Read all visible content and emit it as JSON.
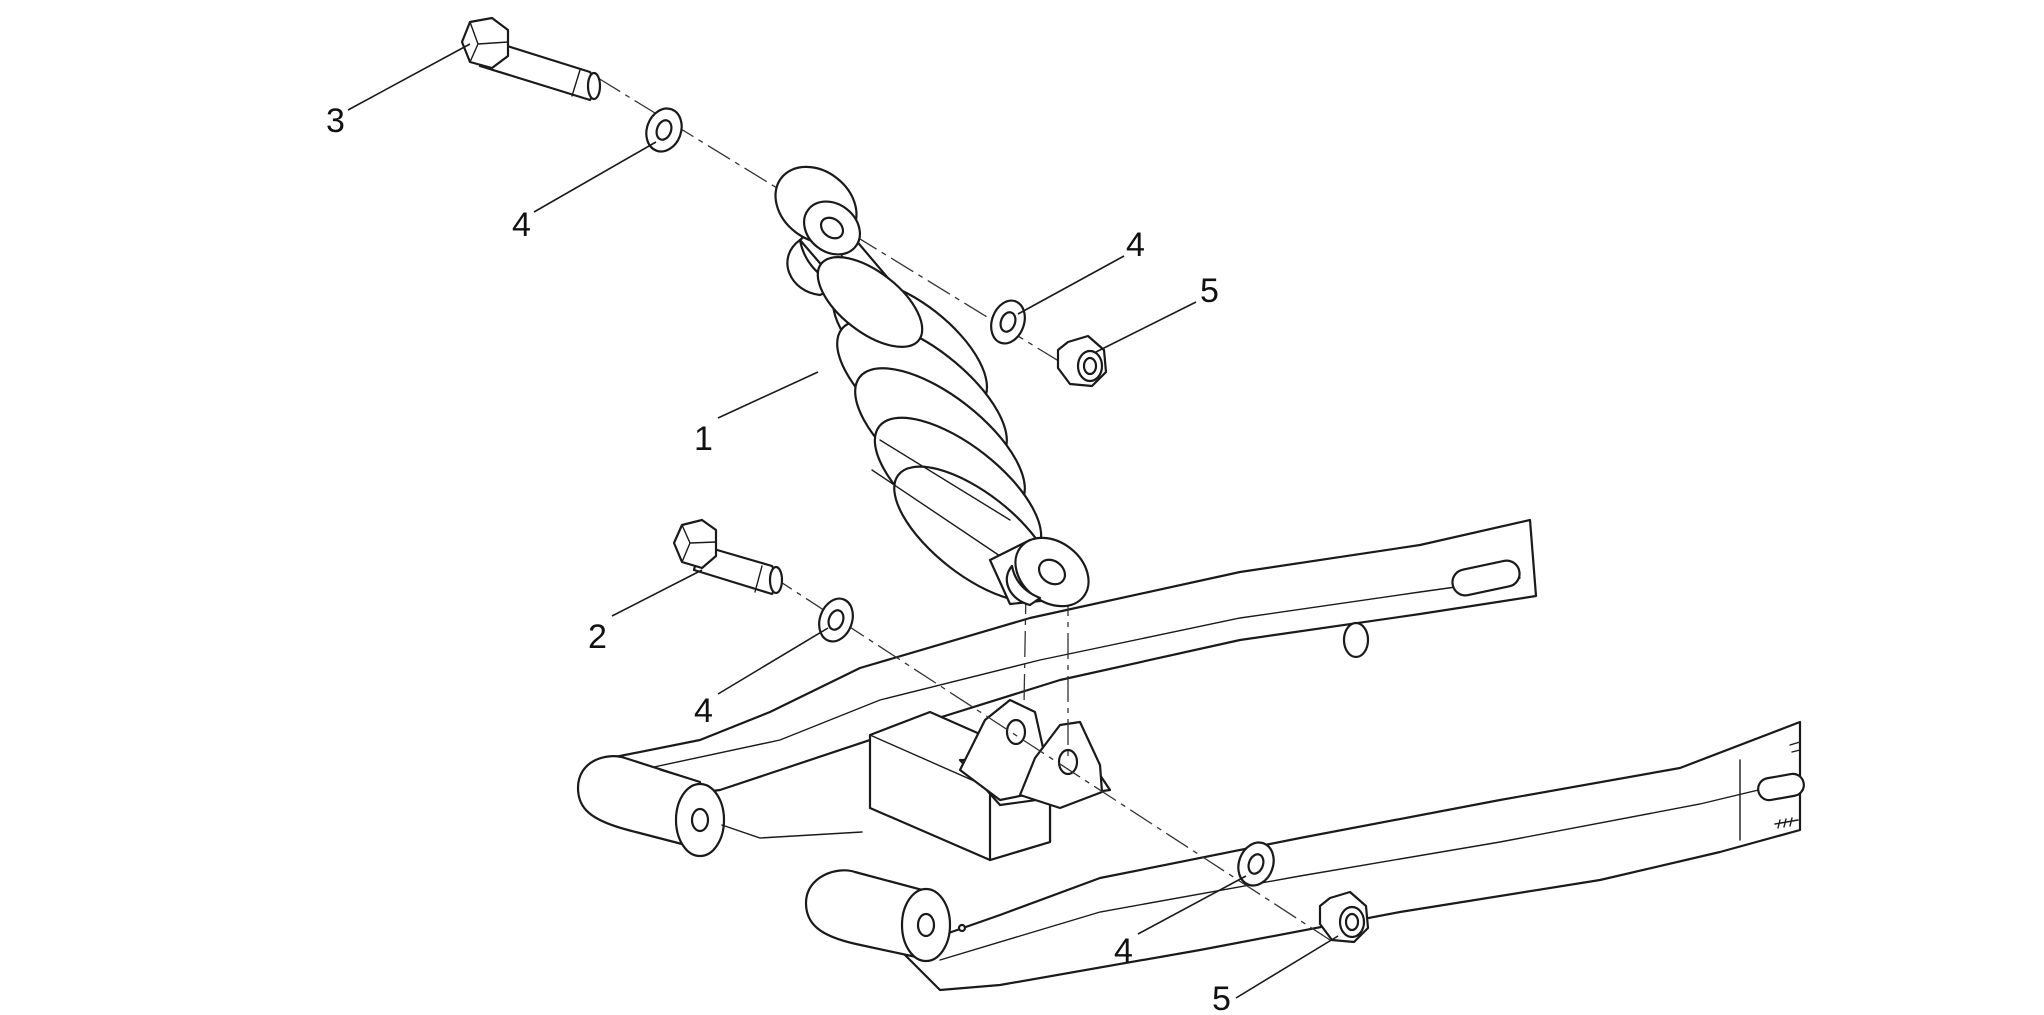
{
  "callouts": [
    {
      "id": "c3",
      "label": "3"
    },
    {
      "id": "c4a",
      "label": "4"
    },
    {
      "id": "c4b",
      "label": "4"
    },
    {
      "id": "c5a",
      "label": "5"
    },
    {
      "id": "c1",
      "label": "1"
    },
    {
      "id": "c2",
      "label": "2"
    },
    {
      "id": "c4c",
      "label": "4"
    },
    {
      "id": "c4d",
      "label": "4"
    },
    {
      "id": "c5b",
      "label": "5"
    }
  ],
  "parts": [
    {
      "label": "1",
      "icon": "shock-absorber-icon"
    },
    {
      "label": "2",
      "icon": "lower-bolt-icon"
    },
    {
      "label": "3",
      "icon": "upper-bolt-icon"
    },
    {
      "label": "4",
      "icon": "washer-icon"
    },
    {
      "label": "5",
      "icon": "nut-icon"
    }
  ],
  "colors": {
    "line": "#1a1a1a",
    "background": "#ffffff"
  }
}
